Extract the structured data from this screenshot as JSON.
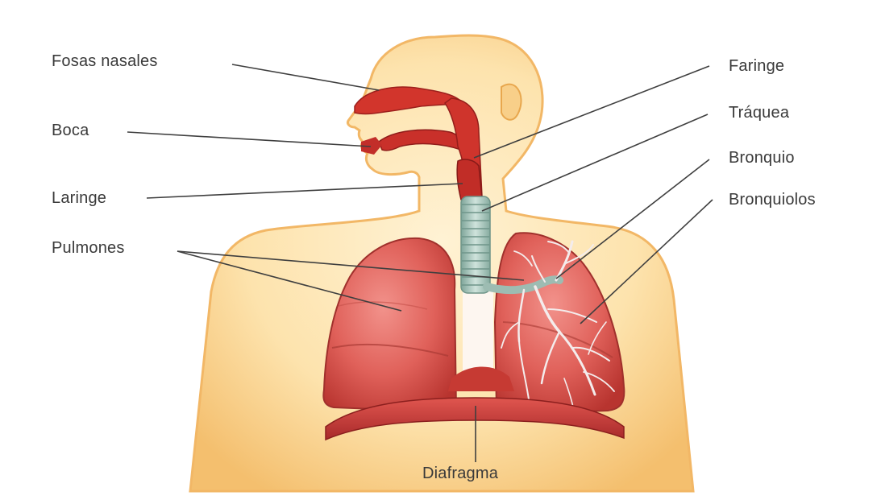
{
  "labels": {
    "fosas_nasales": "Fosas nasales",
    "boca": "Boca",
    "laringe": "Laringe",
    "pulmones": "Pulmones",
    "faringe": "Faringe",
    "traquea": "Tráquea",
    "bronquio": "Bronquio",
    "bronquiolos": "Bronquiolos",
    "diafragma": "Diafragma"
  },
  "colors": {
    "skin": "#fbd79a",
    "skin_edge": "#f0b35c",
    "airway": "#d0342c",
    "lung": "#e2625c",
    "lung_dark": "#b9332f",
    "trachea": "#a9c9bf",
    "diaphragm": "#c83a33",
    "leader_line": "#3f3f3f",
    "label_text": "#3a3a3a"
  }
}
